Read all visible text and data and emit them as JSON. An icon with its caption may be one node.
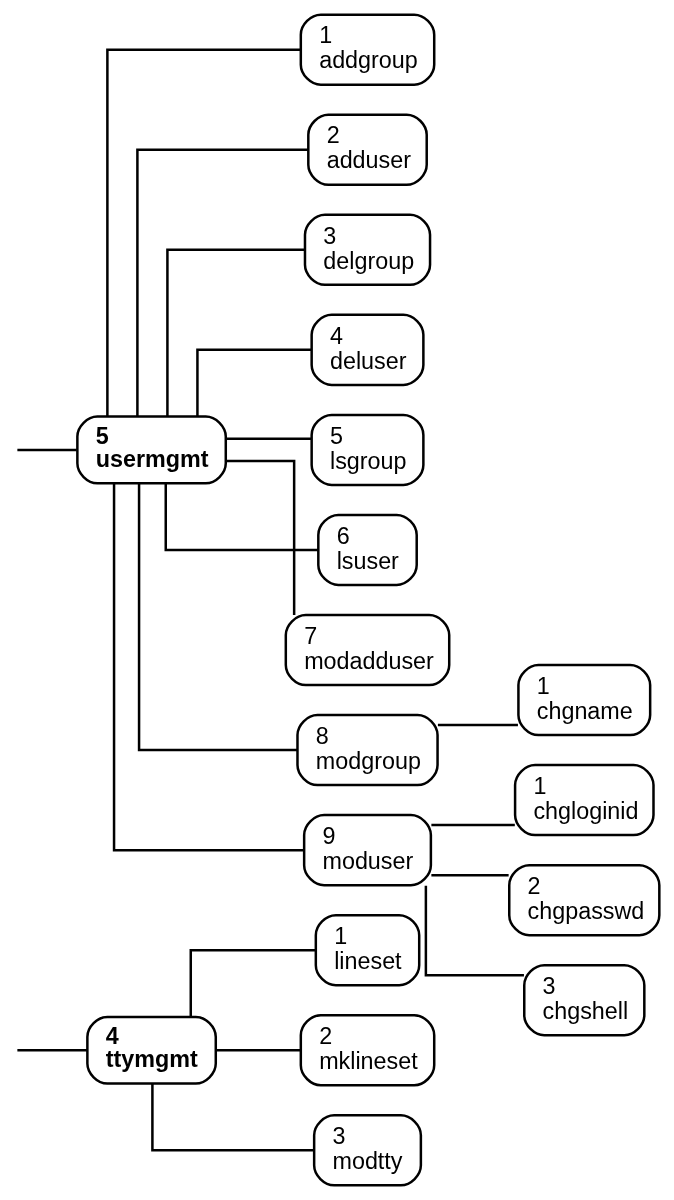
{
  "diagram": {
    "nodes": [
      {
        "text": [
          "4",
          "ttymgmt"
        ]
      },
      {
        "text": [
          "1",
          "lineset"
        ]
      },
      {
        "text": [
          "2",
          "mklineset"
        ]
      },
      {
        "text": [
          "3",
          "modtty"
        ]
      },
      {
        "text": [
          "5",
          "usermgmt"
        ]
      },
      {
        "text": [
          "1",
          "addgroup"
        ]
      },
      {
        "text": [
          "2",
          "adduser"
        ]
      },
      {
        "text": [
          "3",
          "delgroup"
        ]
      },
      {
        "text": [
          "4",
          "deluser"
        ]
      },
      {
        "text": [
          "5",
          "lsgroup"
        ]
      },
      {
        "text": [
          "6",
          "lsuser"
        ]
      },
      {
        "text": [
          "7",
          "modadduser"
        ]
      },
      {
        "text": [
          "8",
          "modgroup"
        ]
      },
      {
        "text": [
          "9",
          "moduser"
        ]
      },
      {
        "text": [
          "1",
          "chgname"
        ]
      },
      {
        "text": [
          "1",
          "chgloginid"
        ]
      },
      {
        "text": [
          "2",
          "chgpasswd"
        ]
      },
      {
        "text": [
          "3",
          "chgshell"
        ]
      }
    ],
    "edges": [
      {
        "from": null,
        "to": 0,
        "arrow": "none"
      },
      {
        "from": null,
        "to": 4,
        "arrow": "none"
      },
      {
        "from": 0,
        "to": 1,
        "arrow": "none"
      },
      {
        "from": 0,
        "to": 2,
        "arrow": "none"
      },
      {
        "from": 0,
        "to": 3,
        "arrow": "none"
      },
      {
        "from": 4,
        "to": 5,
        "arrow": "none"
      },
      {
        "from": 4,
        "to": 6,
        "arrow": "none"
      },
      {
        "from": 4,
        "to": 7,
        "arrow": "none"
      },
      {
        "from": 4,
        "to": 8,
        "arrow": "none"
      },
      {
        "from": 4,
        "to": 9,
        "arrow": "none"
      },
      {
        "from": 4,
        "to": 10,
        "arrow": "none"
      },
      {
        "from": 4,
        "to": 11,
        "arrow": "none"
      },
      {
        "from": 4,
        "to": 12,
        "arrow": "none"
      },
      {
        "from": 4,
        "to": 13,
        "arrow": "none"
      },
      {
        "from": 12,
        "to": 14,
        "arrow": "none"
      },
      {
        "from": 13,
        "to": 15,
        "arrow": "none"
      },
      {
        "from": 13,
        "to": 16,
        "arrow": "none"
      },
      {
        "from": 13,
        "to": 17,
        "arrow": "none"
      }
    ]
  }
}
